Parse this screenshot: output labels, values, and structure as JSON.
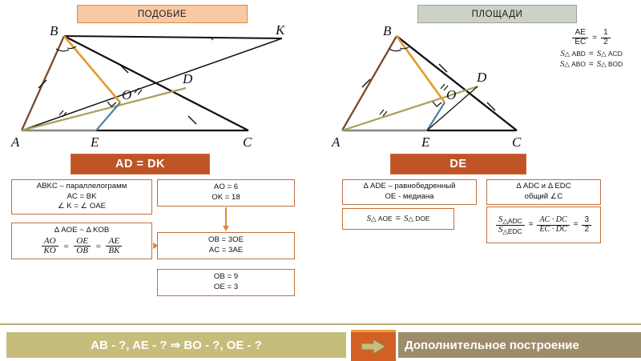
{
  "headers": {
    "similarity": "ПОДОБИЕ",
    "areas": "ПЛОЩАДИ"
  },
  "title_bars": {
    "left": "AD = DK",
    "right": "DE"
  },
  "diagram_left": {
    "labels": [
      "A",
      "B",
      "C",
      "D",
      "E",
      "K",
      "O"
    ],
    "colors": {
      "side_ab": "#7a4a2b",
      "cevian_bo": "#e59a2a",
      "segment_oe": "#4a7fa8",
      "median_ad": "#a8a05a",
      "base_ae": "#7d8a7d",
      "main": "#111111"
    }
  },
  "diagram_right": {
    "labels": [
      "A",
      "B",
      "C",
      "D",
      "E",
      "O"
    ],
    "formulas": {
      "ratio_num": "AE",
      "ratio_den": "EC",
      "ratio_eq_num": "1",
      "ratio_eq_den": "2",
      "eq1_left_sub": "ABD",
      "eq1_right_sub": "ACD",
      "eq2_left_sub": "ABO",
      "eq2_right_sub": "BOD"
    }
  },
  "left_column_boxes": [
    {
      "name": "parallelogram-facts",
      "lines": [
        "ABKC – параллелограмм",
        "AC = BK",
        "∠ K = ∠ OAE"
      ]
    },
    {
      "name": "ao-ok-values",
      "lines": [
        "AO = 6",
        "OK = 18"
      ]
    },
    {
      "name": "similar-triangles-ratio",
      "line1": "Δ AOE ~ Δ KOB",
      "frac1_num": "AO",
      "frac1_den": "KO",
      "frac2_num": "OE",
      "frac2_den": "OB",
      "frac3_num": "AE",
      "frac3_den": "BK"
    },
    {
      "name": "ob-ac-relations",
      "lines": [
        "OB = 3OE",
        "AC = 3AE"
      ]
    },
    {
      "name": "ob-oe-values",
      "lines": [
        "OB = 9",
        "OE = 3"
      ]
    }
  ],
  "right_column_boxes": [
    {
      "name": "isosceles-ade",
      "lines": [
        "Δ ADE – равнобедренный",
        "OE - медиана"
      ]
    },
    {
      "name": "triangles-adc-edc",
      "lines": [
        "Δ ADC и Δ EDC",
        "общий ∠C"
      ]
    },
    {
      "name": "area-aoe-doe",
      "left_sub": "AOE",
      "right_sub": "DOE"
    },
    {
      "name": "area-ratio-adc-edc",
      "f1_num_sub": "ADC",
      "f1_den_sub": "EDC",
      "f2_num": "AC · DC",
      "f2_den": "EC · DC",
      "f3_num": "3",
      "f3_den": "2"
    }
  ],
  "bottom": {
    "question": "AB - ?, AE - ? ⇒ BO - ?, OE - ?",
    "arrow_icon": "right-arrow-icon",
    "action": "Дополнительное построение"
  }
}
